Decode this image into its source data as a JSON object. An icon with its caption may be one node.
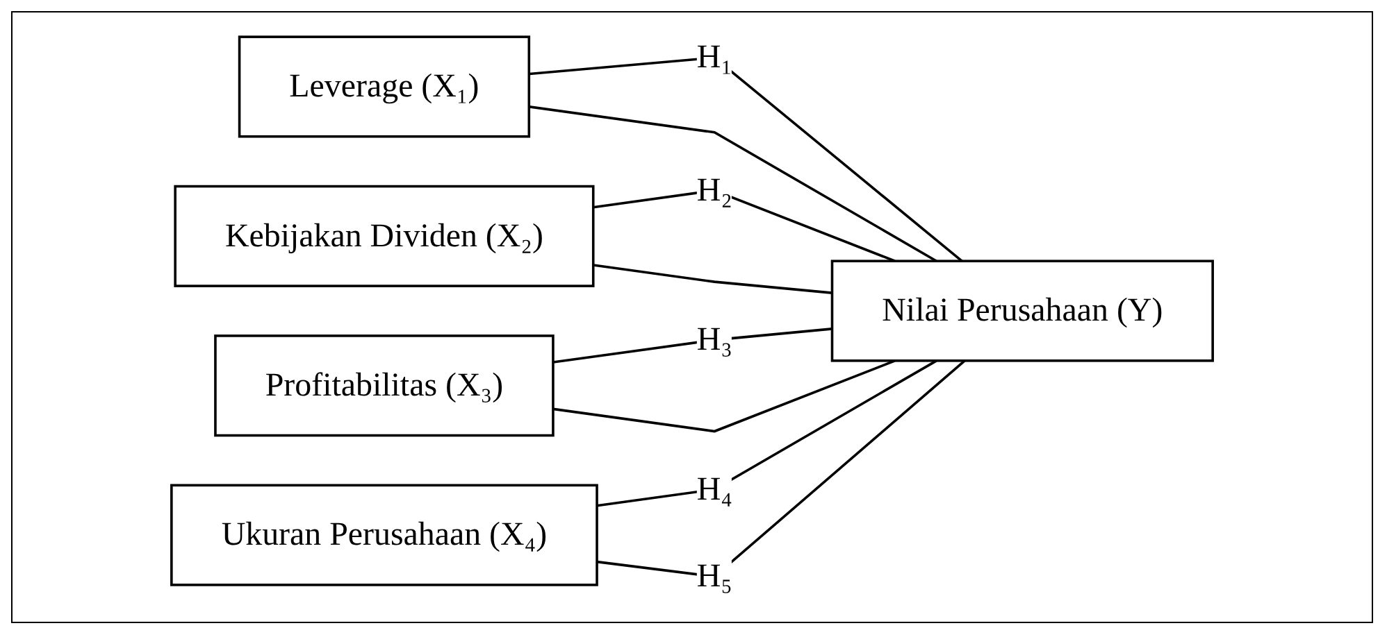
{
  "diagram": {
    "nodes": [
      {
        "text": [
          "Leverage (X₁)"
        ]
      },
      {
        "text": [
          "Kebijakan Dividen (X₂)"
        ]
      },
      {
        "text": [
          "Profitabilitas (X₃)"
        ]
      },
      {
        "text": [
          "Ukuran Perusahaan (X₄)"
        ]
      },
      {
        "text": [
          "Nilai Perusahaan (Y)"
        ]
      }
    ],
    "edges": [
      {
        "from": 0,
        "to": 4,
        "arrow": "none",
        "label": "H₁"
      },
      {
        "from": 1,
        "to": 4,
        "arrow": "none",
        "label": "H₂"
      },
      {
        "from": 2,
        "to": 4,
        "arrow": "none",
        "label": "H₃"
      },
      {
        "from": 3,
        "to": 4,
        "arrow": "none",
        "label": "H₄"
      },
      {
        "from": 0,
        "to": 4,
        "arrow": "none"
      },
      {
        "from": 1,
        "to": 4,
        "arrow": "none"
      },
      {
        "from": 2,
        "to": 4,
        "arrow": "none"
      },
      {
        "from": 3,
        "to": 4,
        "arrow": "none",
        "label": "H₅"
      }
    ]
  }
}
